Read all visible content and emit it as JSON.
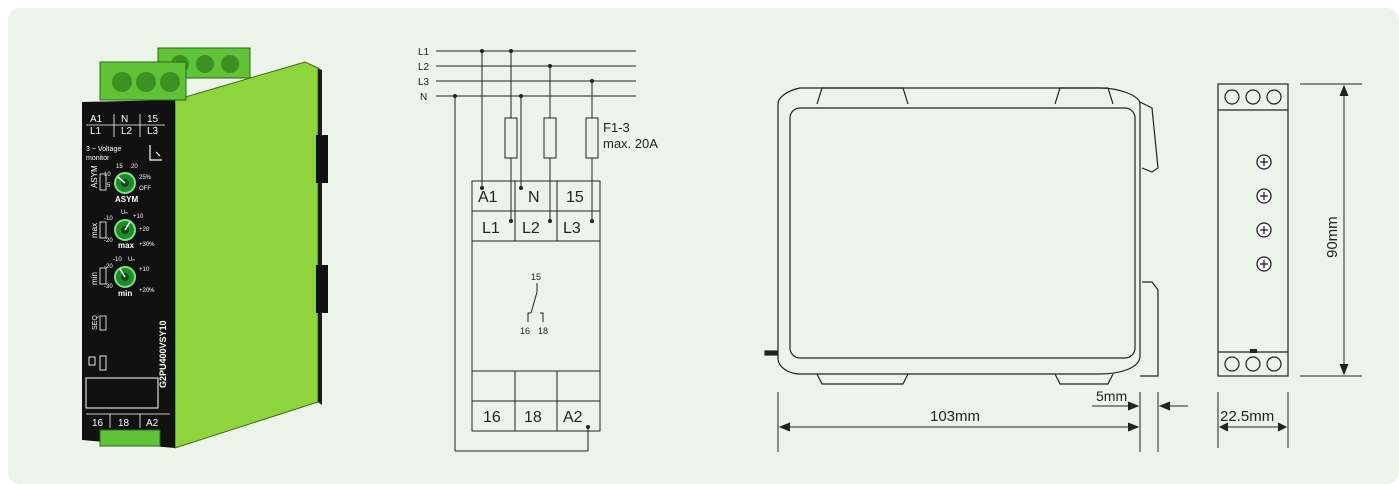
{
  "colors": {
    "panel_bg": "#ecf3e8",
    "device_green": "#8ed43c",
    "device_black": "#111111",
    "terminal_green": "#5fc237",
    "line": "#222222"
  },
  "device": {
    "top_terminals": [
      "A1",
      "N",
      "15"
    ],
    "top_terminals_lower": [
      "L1",
      "L2",
      "L3"
    ],
    "function_line1": "3 ~ Voltage",
    "function_line2": "monitor",
    "asym_knob": {
      "label": "ASYM",
      "scale": [
        "10",
        "15",
        "20",
        "5",
        "25%",
        "OFF"
      ]
    },
    "max_knob": {
      "label": "max",
      "side_label": "max",
      "scale": [
        "Uₙ",
        "-10",
        "+10",
        "-20",
        "+20",
        "+30%"
      ]
    },
    "min_knob": {
      "label": "min",
      "side_label": "min",
      "scale": [
        "Uₙ",
        "-10",
        "-20",
        "+10",
        "-30",
        "+20%"
      ]
    },
    "seq_label": "SEQ",
    "model": "G2PU400VSY10",
    "bottom_terminals": [
      "16",
      "18",
      "A2"
    ]
  },
  "wiring": {
    "lines": [
      "L1",
      "L2",
      "L3",
      "N"
    ],
    "fuse_label_1": "F1-3",
    "fuse_label_2": "max. 20A",
    "terminal_row_top": [
      "A1",
      "N",
      "15"
    ],
    "terminal_row_mid": [
      "L1",
      "L2",
      "L3"
    ],
    "contact_common": "15",
    "contact_nc": "16",
    "contact_no": "18",
    "terminal_row_bottom": [
      "16",
      "18",
      "A2"
    ]
  },
  "dimensions": {
    "length": "103mm",
    "rail_offset": "5mm",
    "width": "22.5mm",
    "height": "90mm"
  }
}
